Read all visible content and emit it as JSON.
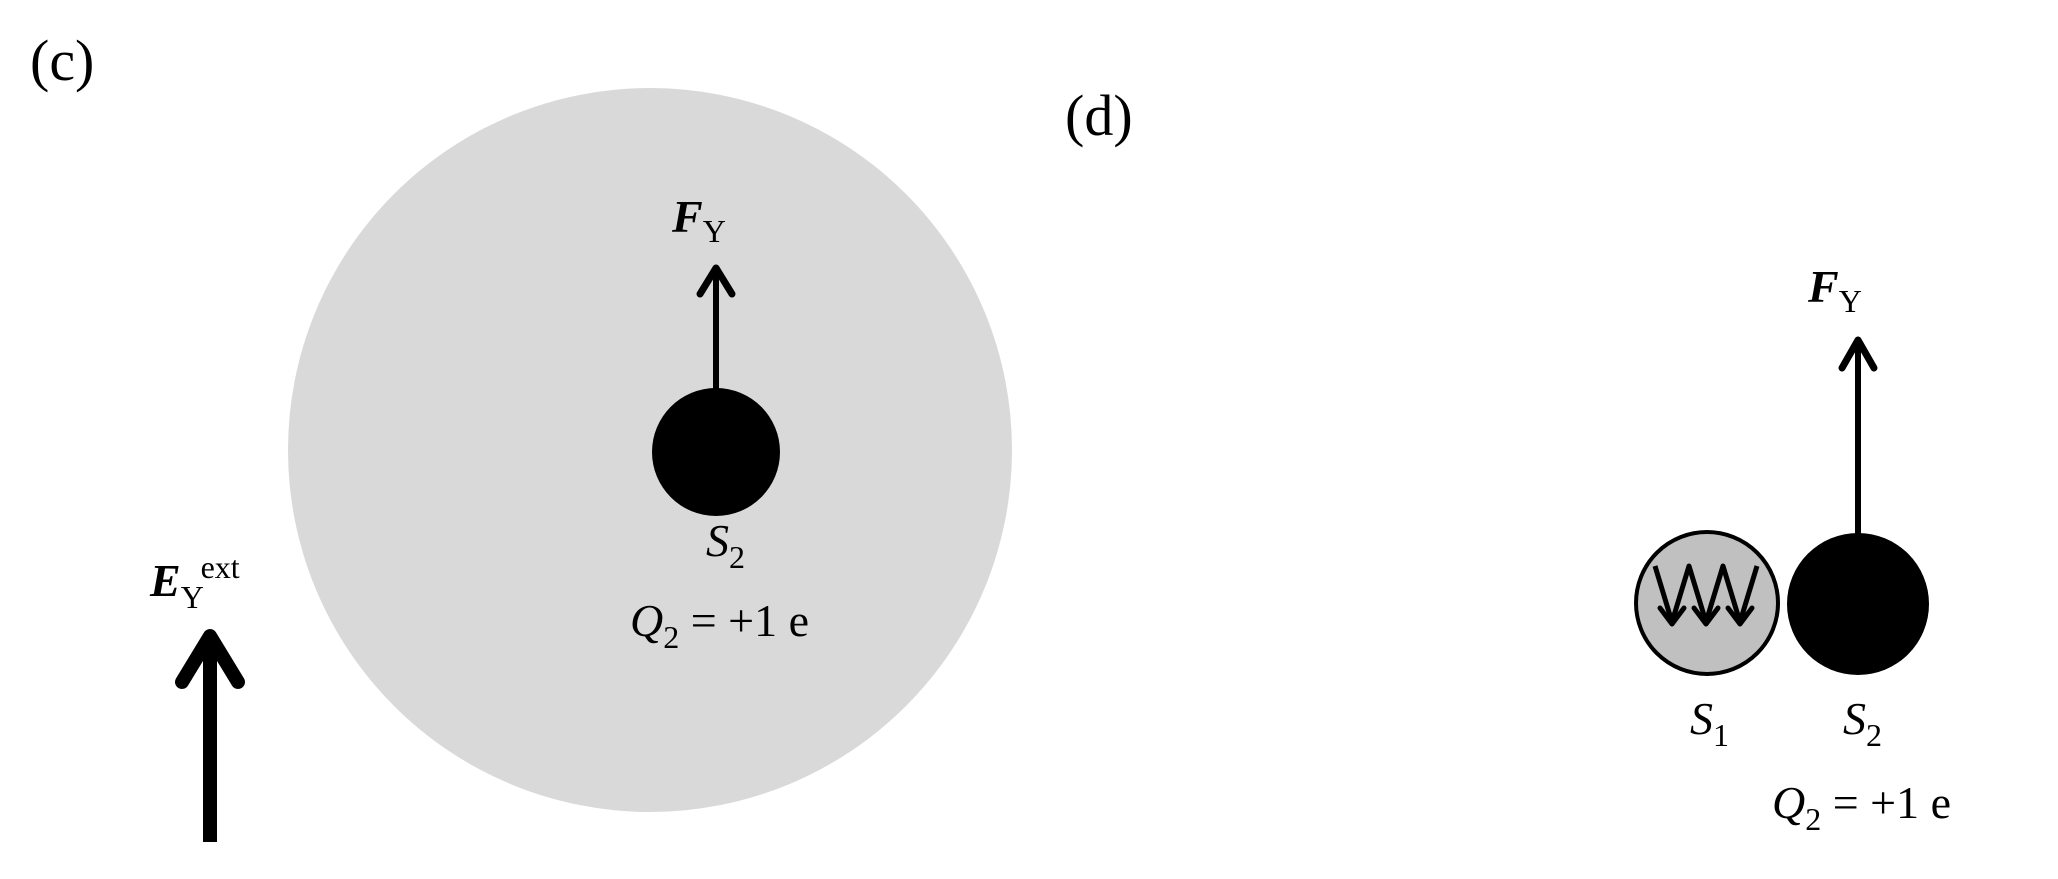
{
  "panel_c": {
    "label": "(c)",
    "force": {
      "symbol": "F",
      "subscript": "Y"
    },
    "field": {
      "symbol": "E",
      "subscript": "Y",
      "superscript": "ext"
    },
    "sphere": {
      "symbol": "S",
      "subscript": "2"
    },
    "charge": {
      "symbol": "Q",
      "subscript": "2",
      "value": " = +1 e"
    }
  },
  "panel_d": {
    "label": "(d)",
    "force": {
      "symbol": "F",
      "subscript": "Y"
    },
    "sphere1": {
      "symbol": "S",
      "subscript": "1"
    },
    "sphere2": {
      "symbol": "S",
      "subscript": "2"
    },
    "charge": {
      "symbol": "Q",
      "subscript": "2",
      "value": " = +1 e"
    }
  },
  "colors": {
    "cloud": "#d9d9d9",
    "sphere1_fill": "#c0c0c0",
    "ink": "#000000"
  }
}
